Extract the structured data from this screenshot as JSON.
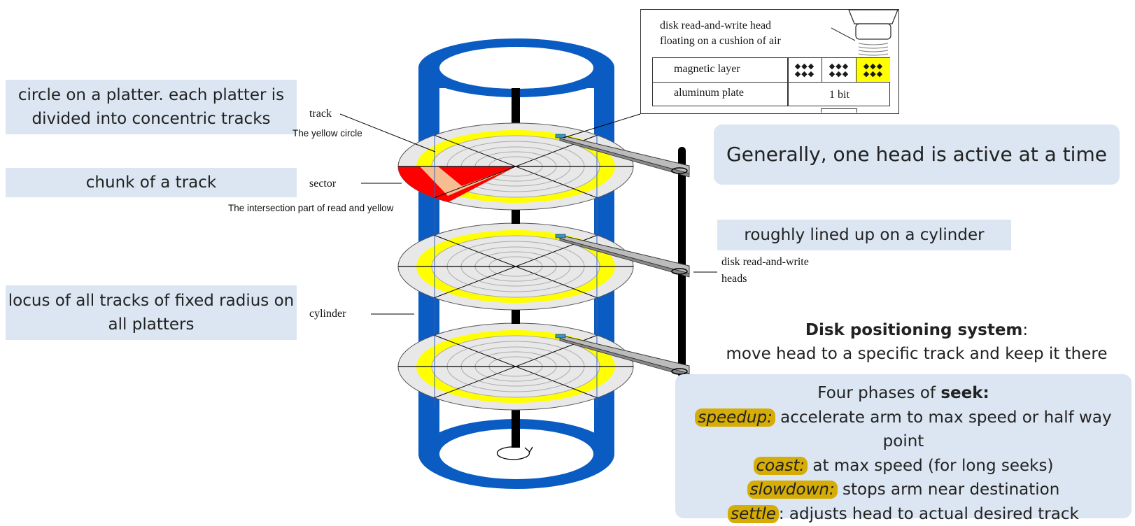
{
  "callouts": {
    "track": "circle on a platter. each platter is divided into concentric tracks",
    "sector": "chunk of a track",
    "cylinder": "locus of all tracks of fixed radius on all platters",
    "one_head": "Generally, one head is active at a time",
    "lined_up": "roughly lined up on a cylinder"
  },
  "labels": {
    "track": "track",
    "track_note": "The  yellow circle",
    "sector": "sector",
    "sector_note": "The intersection part of read and yellow",
    "cylinder": "cylinder",
    "heads_line1": "disk read-and-write",
    "heads_line2": "heads"
  },
  "inset": {
    "head_line1": "disk read-and-write head",
    "head_line2": "floating on a cushion of air",
    "magnetic_layer": "magnetic layer",
    "aluminum_plate": "aluminum plate",
    "one_bit": "1 bit"
  },
  "positioning": {
    "title": "Disk positioning system",
    "colon": ":",
    "desc": "move head to a specific track and keep it there"
  },
  "seek": {
    "intro": "Four phases of ",
    "intro_bold": "seek:",
    "phases": [
      {
        "name": "speedup:",
        "desc": " accelerate arm to max speed or half way point"
      },
      {
        "name": "coast:",
        "desc": " at max speed (for long seeks)"
      },
      {
        "name": "slowdown:",
        "desc": " stops arm near destination"
      },
      {
        "name": "settle",
        "desc": ": adjusts head to actual desired track"
      }
    ]
  },
  "colors": {
    "cylinder_blue": "#0a5cc2",
    "track_yellow": "#ffff00",
    "sector_red": "#ff0000",
    "callout_bg": "#dbe6f2",
    "highlight": "#d6ad06"
  }
}
